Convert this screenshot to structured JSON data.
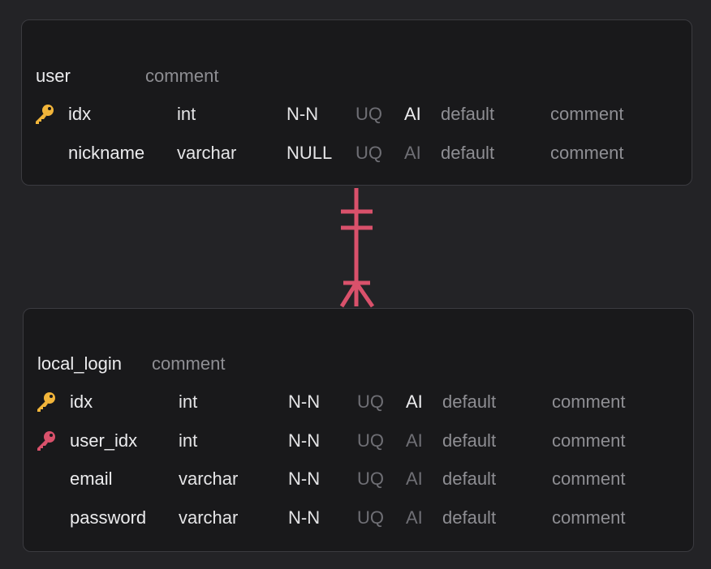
{
  "tables": {
    "user": {
      "name": "user",
      "comment": "comment",
      "columns": [
        {
          "name": "idx",
          "type": "int",
          "nullable": "N-N",
          "uq": "UQ",
          "ai": "AI",
          "ai_on": true,
          "default": "default",
          "comment": "comment",
          "key": "primary"
        },
        {
          "name": "nickname",
          "type": "varchar",
          "nullable": "NULL",
          "uq": "UQ",
          "ai": "AI",
          "ai_on": false,
          "default": "default",
          "comment": "comment",
          "key": "none"
        }
      ]
    },
    "local_login": {
      "name": "local_login",
      "comment": "comment",
      "columns": [
        {
          "name": "idx",
          "type": "int",
          "nullable": "N-N",
          "uq": "UQ",
          "ai": "AI",
          "ai_on": true,
          "default": "default",
          "comment": "comment",
          "key": "primary"
        },
        {
          "name": "user_idx",
          "type": "int",
          "nullable": "N-N",
          "uq": "UQ",
          "ai": "AI",
          "ai_on": false,
          "default": "default",
          "comment": "comment",
          "key": "foreign"
        },
        {
          "name": "email",
          "type": "varchar",
          "nullable": "N-N",
          "uq": "UQ",
          "ai": "AI",
          "ai_on": false,
          "default": "default",
          "comment": "comment",
          "key": "none"
        },
        {
          "name": "password",
          "type": "varchar",
          "nullable": "N-N",
          "uq": "UQ",
          "ai": "AI",
          "ai_on": false,
          "default": "default",
          "comment": "comment",
          "key": "none"
        }
      ]
    }
  },
  "relationship": {
    "from": "user",
    "to": "local_login",
    "from_cardinality": "one-and-only-one",
    "to_cardinality": "one-or-many",
    "color": "#d9516b"
  },
  "colors": {
    "primary_key": "#f2b53a",
    "foreign_key": "#d9516b"
  }
}
